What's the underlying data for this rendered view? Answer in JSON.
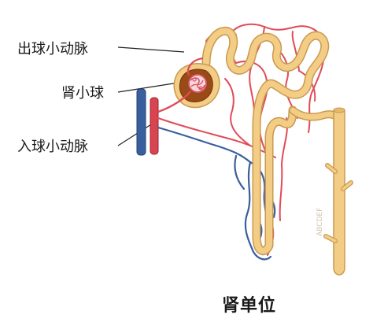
{
  "labels": {
    "efferent": "出球小动脉",
    "glomerulus": "肾小球",
    "afferent": "入球小动脉"
  },
  "caption": "肾单位",
  "watermark": "ABCDEF",
  "colors": {
    "tubule_fill": "#f3cc86",
    "tubule_edge": "#c99a4e",
    "artery": "#e04b57",
    "vein": "#3a5f9e",
    "capsule": "#9a4a16",
    "glomerulus": "#d9586a"
  }
}
